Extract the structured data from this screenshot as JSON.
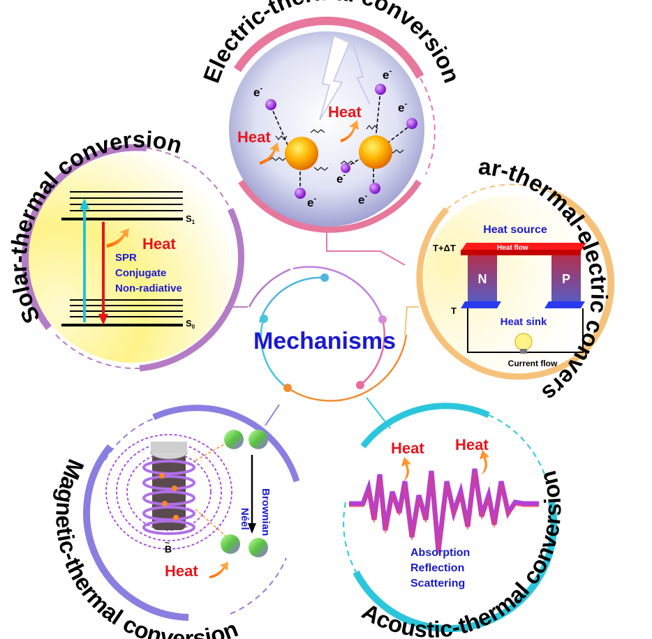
{
  "center": {
    "label": "Mechanisms"
  },
  "electric": {
    "title": "Electric-thermal conversion",
    "heat1": "Heat",
    "heat2": "Heat",
    "electron": "e",
    "sup": "-"
  },
  "solar": {
    "title": "Solar-thermal conversion",
    "heat": "Heat",
    "s1": "S",
    "s1_sub": "1",
    "s0": "S",
    "s0_sub": "0",
    "items": [
      "SPR",
      "Conjugate",
      "Non-radiative"
    ]
  },
  "ste": {
    "title": "Solar-thermal-electric conversion",
    "heat_source": "Heat source",
    "heat_flow": "Heat flow",
    "t_hot": "T+ΔT",
    "t_cold": "T",
    "n": "N",
    "p": "P",
    "heat_sink": "Heat sink",
    "current_flow": "Current flow"
  },
  "magnetic": {
    "title": "Magnetic-thermal conversion",
    "neel": "Néel",
    "brownian": "Brownian",
    "heat": "Heat",
    "field": "B"
  },
  "acoustic": {
    "title": "Acoustic-thermal conversion",
    "heat1": "Heat",
    "heat2": "Heat",
    "items": [
      "Absorption",
      "Reflection",
      "Scattering"
    ]
  },
  "colors": {
    "electric": "#e8779c",
    "solar": "#b57cc6",
    "ste": "#f6c27a",
    "magnetic": "#8a7fe0",
    "acoustic": "#2cc6dc",
    "heat_red": "#e8141a",
    "label_blue": "#1a1ad0"
  }
}
